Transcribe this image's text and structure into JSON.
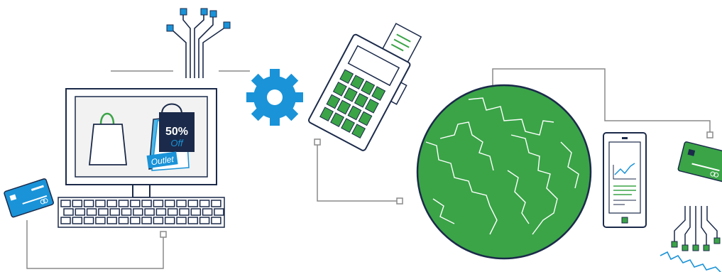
{
  "illustration": {
    "sale_tag": {
      "percent": "50%",
      "off": "Off"
    },
    "outlet_tag": "Outlet"
  },
  "colors": {
    "navy": "#1b2a4a",
    "blue": "#1a93d8",
    "green": "#3aa447",
    "dark_green": "#217a35",
    "line_gray": "#8a8a8a"
  },
  "icons": [
    "computer-icon",
    "keyboard-icon",
    "shopping-bag-icon",
    "sale-bag-icon",
    "credit-card-icon",
    "gear-icon",
    "circuit-icon",
    "payment-terminal-icon",
    "globe-icon",
    "smartphone-icon",
    "chart-icon"
  ]
}
